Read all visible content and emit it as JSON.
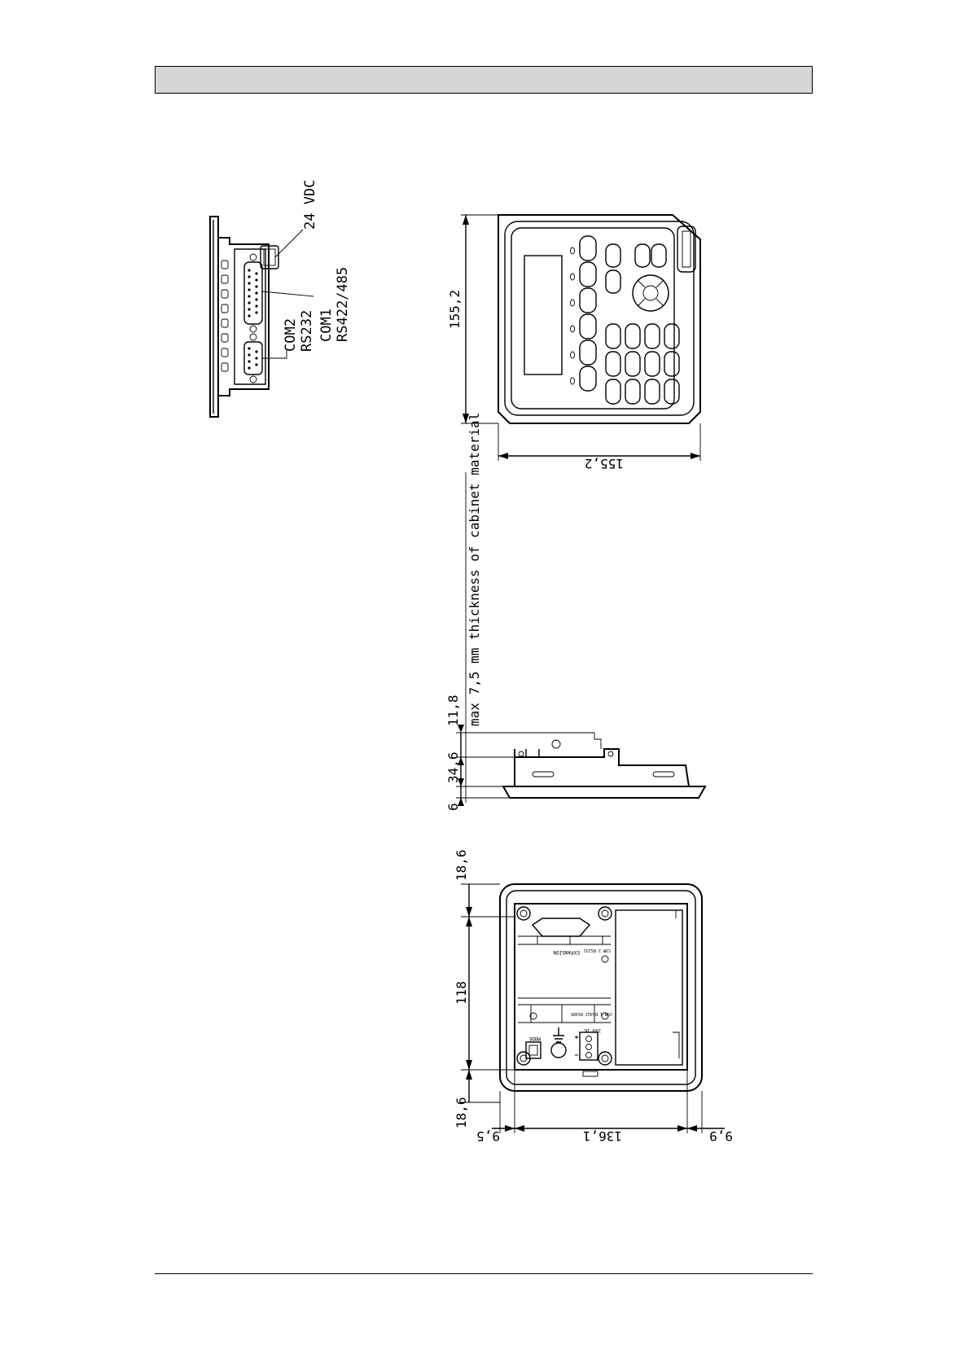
{
  "header": {
    "title": ""
  },
  "side_view": {
    "label_power": "24 VDC",
    "label_com2": "COM2",
    "label_rs232": "RS232",
    "label_com1": "COM1",
    "label_rs422": "RS422/485"
  },
  "front_view": {
    "dim_height": "155,2",
    "dim_width": "155,2"
  },
  "profile_view": {
    "note": "max 7,5 mm thickness of cabinet material",
    "dim_top": "11,8",
    "dim_mid": "34,6",
    "dim_bottom": "6"
  },
  "cutout_view": {
    "dim_top_margin": "18,6",
    "dim_height": "118",
    "dim_bottom_margin": "18,6",
    "dim_left_margin": "9,5",
    "dim_width": "136,1",
    "dim_right_margin": "9,9",
    "label_mode": "MODE",
    "label_24v": "24V DC",
    "label_expansion": "EXPANSION",
    "label_com2_small": "COM 2 RS232",
    "label_com1_small": "COM 1 RS422 RS485"
  }
}
